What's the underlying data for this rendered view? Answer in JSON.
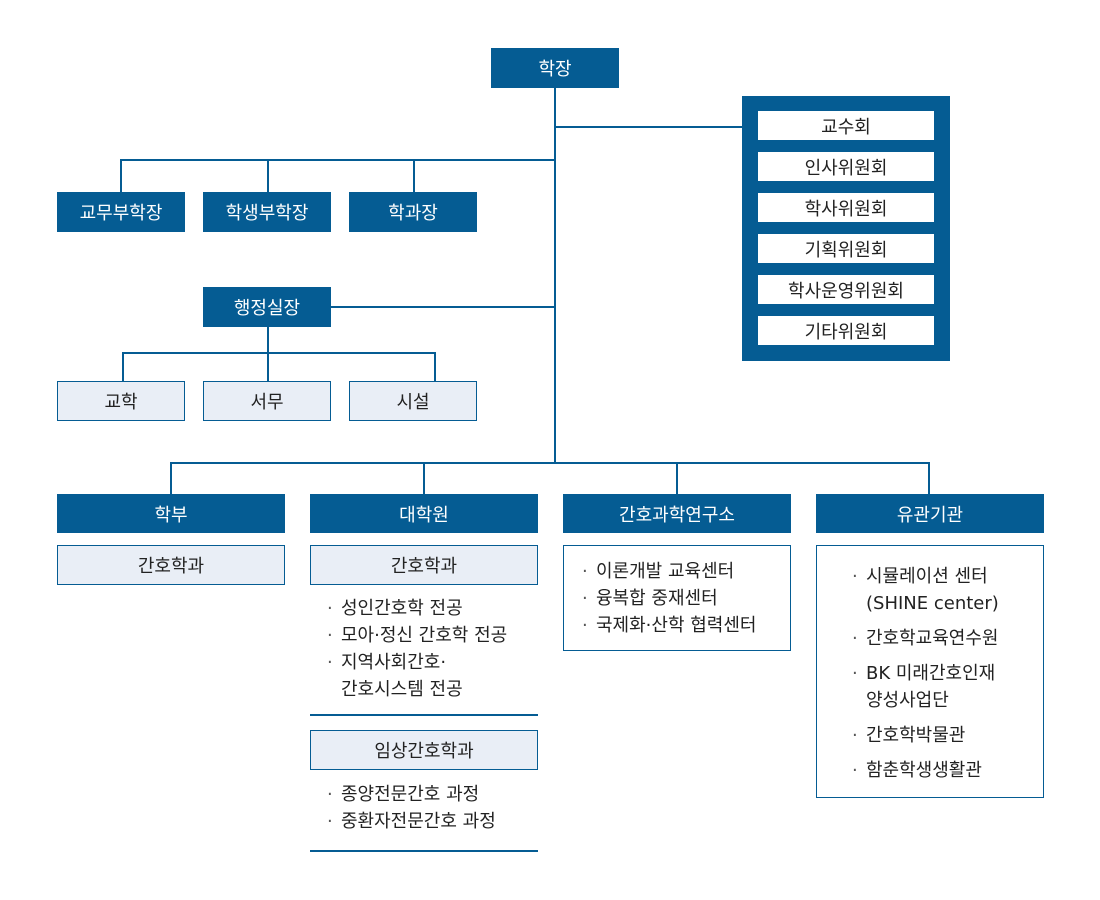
{
  "president": "학장",
  "committees": [
    "교수회",
    "인사위원회",
    "학사위원회",
    "기획위원회",
    "학사운영위원회",
    "기타위원회"
  ],
  "vice_deans": [
    "교무부학장",
    "학생부학장",
    "학과장"
  ],
  "admin": {
    "head": "행정실장",
    "teams": [
      "교학",
      "서무",
      "시설"
    ]
  },
  "divisions": {
    "undergrad": {
      "title": "학부",
      "dept": "간호학과"
    },
    "graduate": {
      "title": "대학원",
      "nursing_dept": "간호학과",
      "nursing_majors": [
        {
          "line1": "성인간호학 전공"
        },
        {
          "line1": "모아·정신 간호학 전공"
        },
        {
          "line1": "지역사회간호·",
          "line2": "간호시스템 전공"
        }
      ],
      "clinical_dept": "임상간호학과",
      "clinical_courses": [
        "종양전문간호 과정",
        "중환자전문간호 과정"
      ]
    },
    "institute": {
      "title": "간호과학연구소",
      "centers": [
        "이론개발 교육센터",
        "융복합 중재센터",
        "국제화·산학 협력센터"
      ]
    },
    "affiliated": {
      "title": "유관기관",
      "items": [
        {
          "line1": "시뮬레이션 센터",
          "line2": "(SHINE center)"
        },
        {
          "line1": "간호학교육연수원"
        },
        {
          "line1": "BK 미래간호인재",
          "line2": "양성사업단"
        },
        {
          "line1": "간호학박물관"
        },
        {
          "line1": "함춘학생생활관"
        }
      ]
    }
  },
  "colors": {
    "primary": "#055c93",
    "light_fill": "#e9eef6"
  }
}
